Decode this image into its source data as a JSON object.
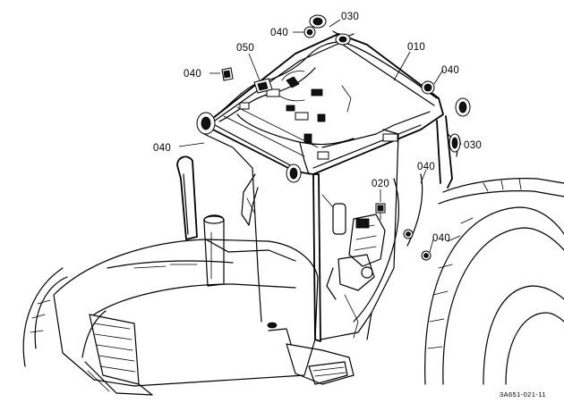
{
  "callouts": [
    {
      "id": "c-030-top",
      "text": "030"
    },
    {
      "id": "c-040-top",
      "text": "040"
    },
    {
      "id": "c-050",
      "text": "050"
    },
    {
      "id": "c-010",
      "text": "010"
    },
    {
      "id": "c-040-left",
      "text": "040"
    },
    {
      "id": "c-040-right",
      "text": "040"
    },
    {
      "id": "c-040-mid",
      "text": "040"
    },
    {
      "id": "c-030-right",
      "text": "030"
    },
    {
      "id": "c-040-lower",
      "text": "040"
    },
    {
      "id": "c-020",
      "text": "020"
    },
    {
      "id": "c-040-bottom",
      "text": "040"
    }
  ],
  "reference_code": "3A651-021-11"
}
